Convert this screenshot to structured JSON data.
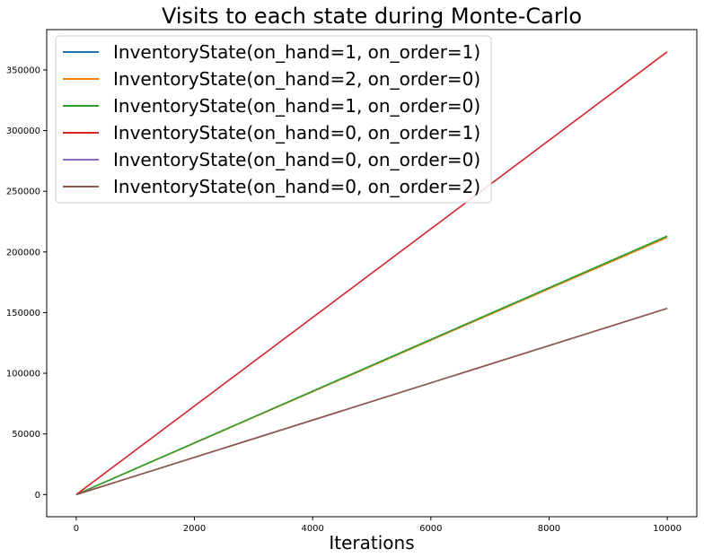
{
  "chart_data": {
    "type": "line",
    "title": "Visits to each state during Monte-Carlo",
    "xlabel": "Iterations",
    "ylabel": "",
    "xlim": [
      -500,
      10500
    ],
    "ylim": [
      -18250,
      383250
    ],
    "grid": false,
    "legend_position": "top-left",
    "x_ticks": [
      0,
      2000,
      4000,
      6000,
      8000,
      10000
    ],
    "x_tick_labels": [
      "0",
      "2000",
      "4000",
      "6000",
      "8000",
      "10000"
    ],
    "y_ticks": [
      0,
      50000,
      100000,
      150000,
      200000,
      250000,
      300000,
      350000
    ],
    "y_tick_labels": [
      "0",
      "50000",
      "100000",
      "150000",
      "200000",
      "250000",
      "300000",
      "350000"
    ],
    "x": [
      0,
      10000
    ],
    "series": [
      {
        "name": "InventoryState(on_hand=1, on_order=1)",
        "color": "#1f77b4",
        "values": [
          0,
          213000
        ]
      },
      {
        "name": "InventoryState(on_hand=2, on_order=0)",
        "color": "#ff7f0e",
        "values": [
          0,
          212000
        ]
      },
      {
        "name": "InventoryState(on_hand=1, on_order=0)",
        "color": "#2ca02c",
        "values": [
          0,
          213000
        ]
      },
      {
        "name": "InventoryState(on_hand=0, on_order=1)",
        "color": "#d62728",
        "values": [
          0,
          365000
        ]
      },
      {
        "name": "InventoryState(on_hand=0, on_order=0)",
        "color": "#9467bd",
        "values": [
          0,
          153500
        ]
      },
      {
        "name": "InventoryState(on_hand=0, on_order=2)",
        "color": "#8c564b",
        "values": [
          0,
          153500
        ]
      }
    ]
  }
}
